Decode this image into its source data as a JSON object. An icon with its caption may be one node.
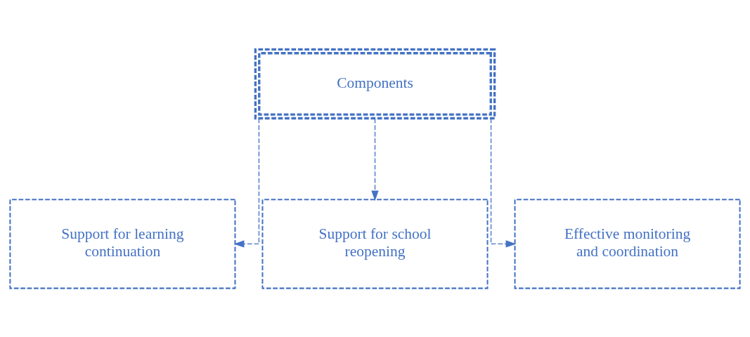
{
  "diagram": {
    "nodes": [
      {
        "text": [
          "Components"
        ]
      },
      {
        "text": [
          "Support for learning continuation"
        ]
      },
      {
        "text": [
          "Support for school reopening"
        ]
      },
      {
        "text": [
          "Effective monitoring and coordination"
        ]
      }
    ],
    "edges": [
      {
        "from": 0,
        "to": 1,
        "arrow": "to",
        "style": "dashed"
      },
      {
        "from": 0,
        "to": 2,
        "arrow": "to",
        "style": "dashed"
      },
      {
        "from": 0,
        "to": 3,
        "arrow": "to",
        "style": "dashed"
      }
    ]
  }
}
